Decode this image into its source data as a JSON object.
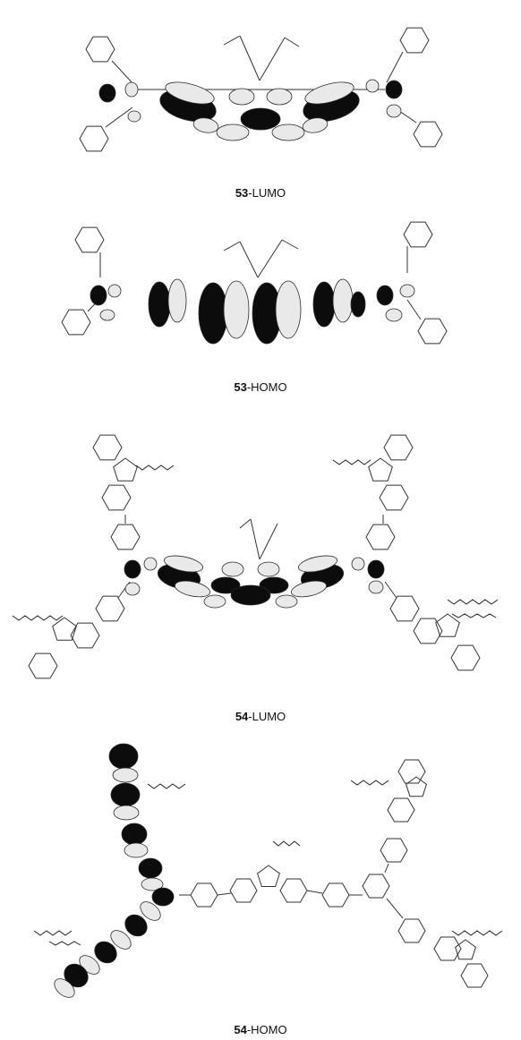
{
  "panels": [
    {
      "compound": "53",
      "orbital": "-LUMO"
    },
    {
      "compound": "53",
      "orbital": "-HOMO"
    },
    {
      "compound": "54",
      "orbital": "-LUMO"
    },
    {
      "compound": "54",
      "orbital": "-HOMO"
    }
  ]
}
